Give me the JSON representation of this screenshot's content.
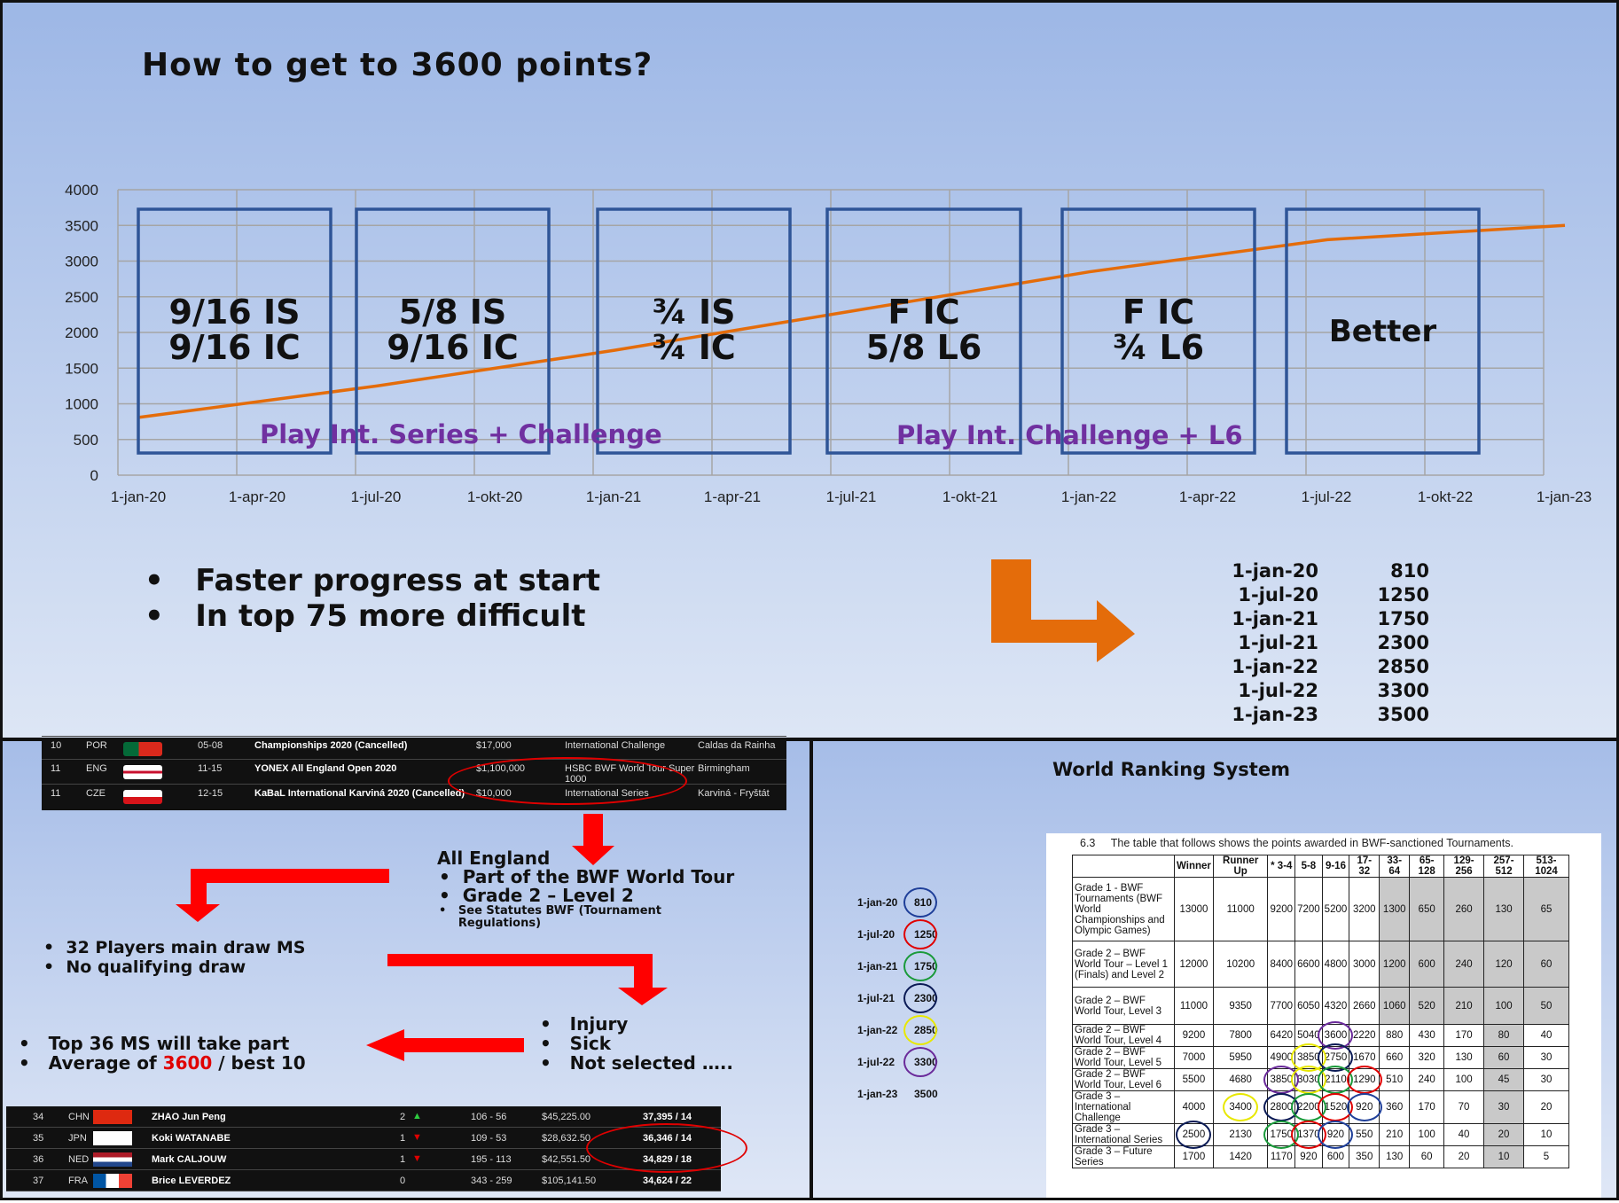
{
  "title": "How to get to 3600 points?",
  "chart_data": {
    "type": "line",
    "y_ticks": [
      "4000",
      "3500",
      "3000",
      "2500",
      "2000",
      "1500",
      "1000",
      "500",
      "0"
    ],
    "x_ticks": [
      "1-jan-20",
      "1-apr-20",
      "1-jul-20",
      "1-okt-20",
      "1-jan-21",
      "1-apr-21",
      "1-jul-21",
      "1-okt-21",
      "1-jan-22",
      "1-apr-22",
      "1-jul-22",
      "1-okt-22",
      "1-jan-23"
    ],
    "ylim": [
      0,
      4000
    ],
    "grid": true,
    "series": [
      {
        "x": [
          "1-jan-20",
          "1-jul-20",
          "1-jan-21",
          "1-jul-21",
          "1-jan-22",
          "1-jul-22",
          "1-jan-23"
        ],
        "values": [
          810,
          1250,
          1750,
          2300,
          2850,
          3300,
          3500
        ]
      }
    ],
    "boxes": [
      {
        "line1": "9/16 IS",
        "line2": "9/16 IC"
      },
      {
        "line1": "5/8 IS",
        "line2": "9/16 IC"
      },
      {
        "line1": "¾ IS",
        "line2": "¾ IC"
      },
      {
        "line1": "F IC",
        "line2": "5/8 L6"
      },
      {
        "line1": "F IC",
        "line2": "¾ L6"
      },
      {
        "line1": "Better",
        "line2": ""
      }
    ],
    "annotations": [
      "Play Int. Series + Challenge",
      "Play Int. Challenge + L6"
    ],
    "line_color": "#e46c0a",
    "box_color": "#2f5597"
  },
  "bullets": [
    "Faster progress at start",
    "In top 75 more difficult"
  ],
  "targets": [
    {
      "date": "1-jan-20",
      "pts": "810"
    },
    {
      "date": "1-jul-20",
      "pts": "1250"
    },
    {
      "date": "1-jan-21",
      "pts": "1750"
    },
    {
      "date": "1-jul-21",
      "pts": "2300"
    },
    {
      "date": "1-jan-22",
      "pts": "2850"
    },
    {
      "date": "1-jul-22",
      "pts": "3300"
    },
    {
      "date": "1-jan-23",
      "pts": "3500"
    }
  ],
  "tournaments": [
    {
      "week": "10",
      "country": "POR",
      "dates": "05-08",
      "name": "Championships 2020 (Cancelled)",
      "prize": "$17,000",
      "grade": "International Challenge",
      "city": "Caldas da Rainha"
    },
    {
      "week": "11",
      "country": "ENG",
      "dates": "11-15",
      "name": "YONEX All England Open 2020",
      "prize": "$1,100,000",
      "grade": "HSBC BWF World Tour Super 1000",
      "city": "Birmingham"
    },
    {
      "week": "11",
      "country": "CZE",
      "dates": "12-15",
      "name": "KaBaL International Karviná 2020 (Cancelled)",
      "prize": "$10,000",
      "grade": "International Series",
      "city": "Karviná - Fryštát"
    }
  ],
  "allengland": {
    "head": "All England",
    "items": [
      "Part of the BWF World Tour",
      "Grade 2 – Level 2"
    ],
    "small": "See Statutes BWF (Tournament Regulations)"
  },
  "draw": [
    "32 Players main draw MS",
    "No qualifying draw"
  ],
  "reasons": [
    "Injury",
    "Sick",
    "Not selected ….."
  ],
  "top36": {
    "line1": "Top 36 MS will take part",
    "line2_pre": "Average of ",
    "line2_val": "3600",
    "line2_post": " / best 10"
  },
  "rankings": [
    {
      "rank": "34",
      "country": "CHN",
      "name": "ZHAO Jun Peng",
      "move": "2",
      "wl": "106 - 56",
      "prize": "$45,225.00",
      "pts": "37,395 / 14"
    },
    {
      "rank": "35",
      "country": "JPN",
      "name": "Koki WATANABE",
      "move": "1",
      "wl": "109 - 53",
      "prize": "$28,632.50",
      "pts": "36,346 / 14"
    },
    {
      "rank": "36",
      "country": "NED",
      "name": "Mark CALJOUW",
      "move": "1",
      "wl": "195 - 113",
      "prize": "$42,551.50",
      "pts": "34,829 / 18"
    },
    {
      "rank": "37",
      "country": "FRA",
      "name": "Brice LEVERDEZ",
      "move": "0",
      "wl": "343 - 259",
      "prize": "$105,141.50",
      "pts": "34,624 / 22"
    }
  ],
  "wrs": {
    "title": "World Ranking System",
    "section": "6.3",
    "caption": "The table that follows shows the points awarded in BWF-sanctioned Tournaments.",
    "headers": [
      "",
      "Winner",
      "Runner Up",
      "* 3-4",
      "5-8",
      "9-16",
      "17-32",
      "33-64",
      "65-128",
      "129-256",
      "257-512",
      "513-1024"
    ],
    "rows": [
      {
        "grade": "Grade 1 - BWF Tournaments (BWF World Championships and Olympic Games)",
        "pts": [
          "13000",
          "11000",
          "9200",
          "7200",
          "5200",
          "3200",
          "1300",
          "650",
          "260",
          "130",
          "65"
        ]
      },
      {
        "grade": "Grade 2 – BWF World Tour – Level 1 (Finals) and Level 2",
        "pts": [
          "12000",
          "10200",
          "8400",
          "6600",
          "4800",
          "3000",
          "1200",
          "600",
          "240",
          "120",
          "60"
        ]
      },
      {
        "grade": "Grade 2 – BWF World Tour, Level 3",
        "pts": [
          "11000",
          "9350",
          "7700",
          "6050",
          "4320",
          "2660",
          "1060",
          "520",
          "210",
          "100",
          "50"
        ]
      },
      {
        "grade": "Grade 2 – BWF World Tour, Level 4",
        "pts": [
          "9200",
          "7800",
          "6420",
          "5040",
          "3600",
          "2220",
          "880",
          "430",
          "170",
          "80",
          "40"
        ]
      },
      {
        "grade": "Grade 2 – BWF World Tour, Level 5",
        "pts": [
          "7000",
          "5950",
          "4900",
          "3850",
          "2750",
          "1670",
          "660",
          "320",
          "130",
          "60",
          "30"
        ]
      },
      {
        "grade": "Grade 2 – BWF World Tour, Level 6",
        "pts": [
          "5500",
          "4680",
          "3850",
          "3030",
          "2110",
          "1290",
          "510",
          "240",
          "100",
          "45",
          "30"
        ]
      },
      {
        "grade": "Grade 3 – International Challenge",
        "pts": [
          "4000",
          "3400",
          "2800",
          "2200",
          "1520",
          "920",
          "360",
          "170",
          "70",
          "30",
          "20"
        ]
      },
      {
        "grade": "Grade 3 – International Series",
        "pts": [
          "2500",
          "2130",
          "1750",
          "1370",
          "920",
          "550",
          "210",
          "100",
          "40",
          "20",
          "10"
        ]
      },
      {
        "grade": "Grade 3 – Future Series",
        "pts": [
          "1700",
          "1420",
          "1170",
          "920",
          "600",
          "350",
          "130",
          "60",
          "20",
          "10",
          "5"
        ]
      }
    ],
    "legend": [
      {
        "date": "1-jan-20",
        "pts": "810",
        "color": "#1f3f99"
      },
      {
        "date": "1-jul-20",
        "pts": "1250",
        "color": "#e00000"
      },
      {
        "date": "1-jan-21",
        "pts": "1750",
        "color": "#1a9a3a"
      },
      {
        "date": "1-jul-21",
        "pts": "2300",
        "color": "#0a1a55"
      },
      {
        "date": "1-jan-22",
        "pts": "2850",
        "color": "#e8e800"
      },
      {
        "date": "1-jul-22",
        "pts": "3300",
        "color": "#6a2a9a"
      },
      {
        "date": "1-jan-23",
        "pts": "3500",
        "color": ""
      }
    ]
  }
}
